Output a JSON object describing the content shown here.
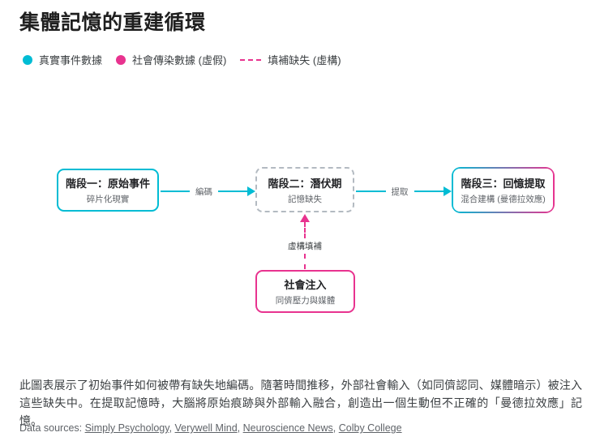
{
  "title": "集體記憶的重建循環",
  "colors": {
    "real_data_cyan": "#00bcd4",
    "social_data_magenta": "#e8338f",
    "latency_border_gray": "#b3bac1",
    "title_text": "#1f1f1f",
    "body_text": "#3c4043",
    "muted_text": "#5f6368"
  },
  "legend": {
    "items": [
      {
        "label": "真實事件數據",
        "marker": "cyan-dot"
      },
      {
        "label": "社會傳染數據 (虛假)",
        "marker": "magenta-dot"
      },
      {
        "label": "填補缺失 (虛構)",
        "marker": "magenta-dashed-line"
      }
    ]
  },
  "diagram": {
    "stage1": {
      "title": "階段一：原始事件",
      "subtitle": "碎片化現實"
    },
    "stage2": {
      "title": "階段二：潛伏期",
      "subtitle": "記憶缺失"
    },
    "stage3": {
      "title": "階段三：回憶提取",
      "subtitle": "混合建構 (曼德拉效應)"
    },
    "injection": {
      "title": "社會注入",
      "subtitle": "同儕壓力與媒體"
    },
    "arrows": {
      "encode_label": "編碼",
      "retrieve_label": "提取",
      "fill_label": "虛構填補"
    }
  },
  "caption": "此圖表展示了初始事件如何被帶有缺失地編碼。隨著時間推移，外部社會輸入（如同儕認同、媒體暗示）被注入這些缺失中。在提取記憶時，大腦將原始痕跡與外部輸入融合，創造出一個生動但不正確的「曼德拉效應」記憶。",
  "sources": {
    "prefix": "Data sources: ",
    "separator": ", ",
    "links": [
      "Simply Psychology",
      "Verywell Mind",
      "Neuroscience News",
      "Colby College"
    ]
  }
}
